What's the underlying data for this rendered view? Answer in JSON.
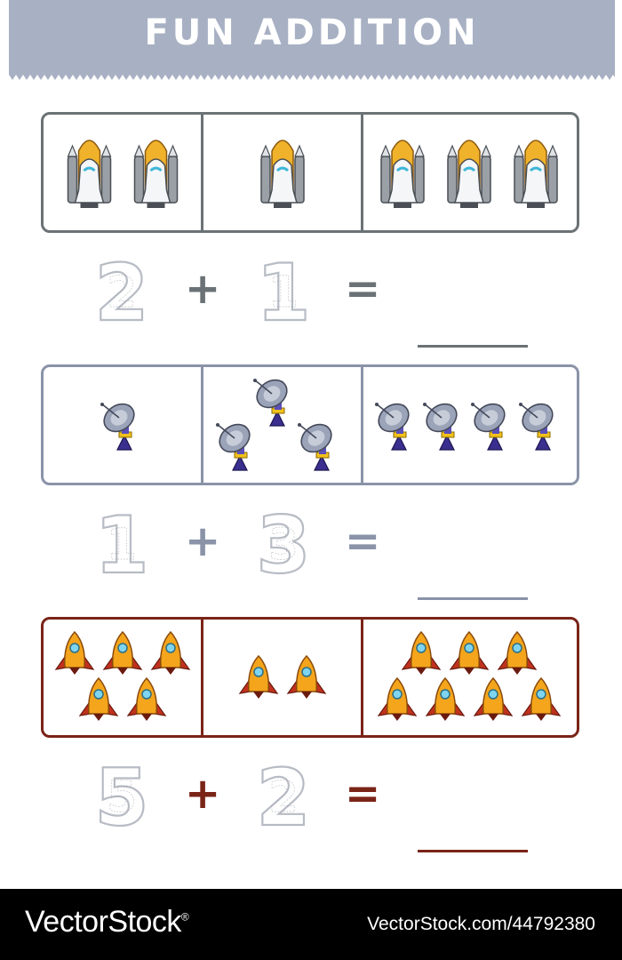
{
  "header": {
    "title": "FUN ADDITION",
    "color": "#a8b0c3"
  },
  "problems": [
    {
      "item": "space-shuttle",
      "color": "#6b7275",
      "counts": [
        2,
        1,
        3
      ],
      "addend1": "2",
      "plus": "+",
      "addend2": "1",
      "equals": "=",
      "answer": ""
    },
    {
      "item": "satellite-dish",
      "color": "#8a93a8",
      "counts": [
        1,
        3,
        4
      ],
      "addend1": "1",
      "plus": "+",
      "addend2": "3",
      "equals": "=",
      "answer": ""
    },
    {
      "item": "rocket",
      "color": "#7a2418",
      "counts": [
        5,
        2,
        7
      ],
      "addend1": "5",
      "plus": "+",
      "addend2": "2",
      "equals": "=",
      "answer": ""
    }
  ],
  "footer": {
    "brand": "VectorStock",
    "registered": "®",
    "stock_id": "VectorStock.com/44792380"
  }
}
